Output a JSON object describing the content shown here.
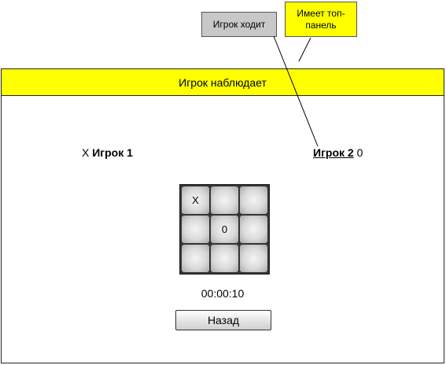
{
  "annotations": {
    "player_moves": "Игрок ходит",
    "has_top_panel": "Имеет топ-панель"
  },
  "topbar": {
    "title": "Игрок наблюдает"
  },
  "player1": {
    "symbol": "X",
    "name": "Игрок 1"
  },
  "player2": {
    "name": "Игрок 2",
    "symbol": "0"
  },
  "board": {
    "cells": [
      "X",
      "",
      "",
      "",
      "0",
      "",
      "",
      "",
      ""
    ]
  },
  "timer": "00:00:10",
  "back_button": "Назад",
  "colors": {
    "topbar": "#ffff00",
    "note_gray": "#c8c8c8",
    "note_yellow": "#ffff00"
  }
}
